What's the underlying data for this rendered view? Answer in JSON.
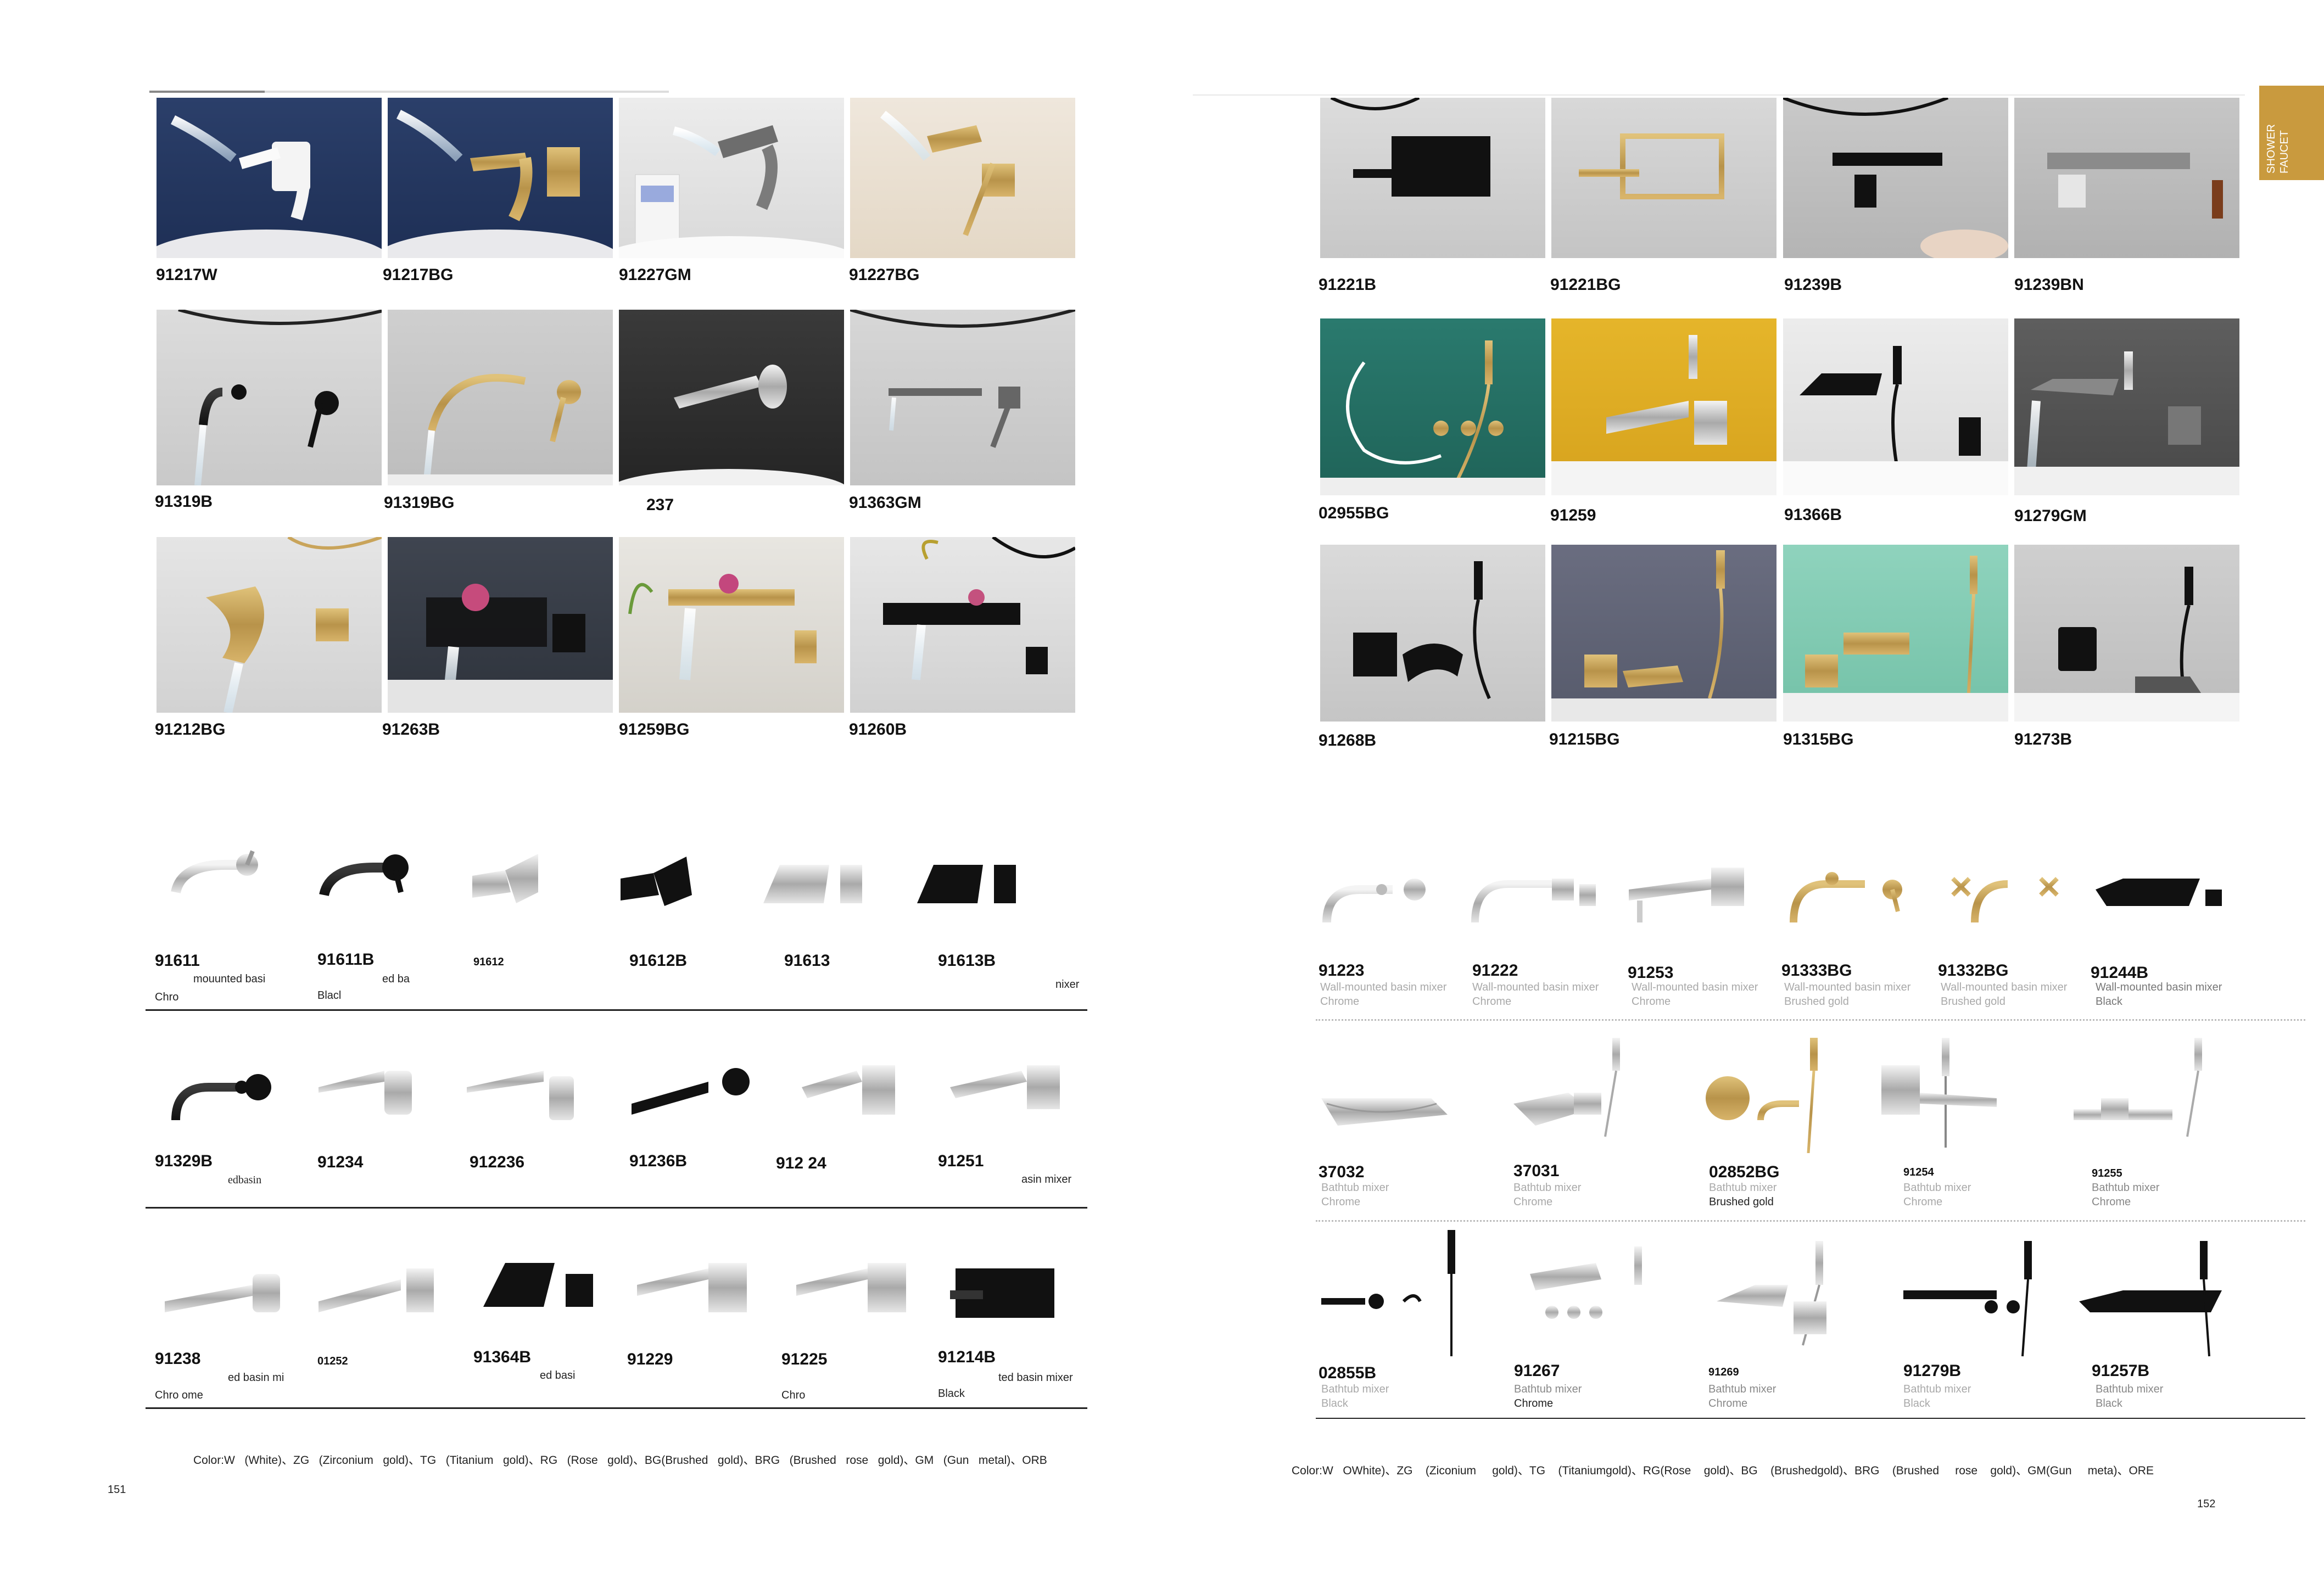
{
  "left_page": {
    "photos_codes": [
      [
        "91217W",
        "91217BG",
        "91227GM",
        "91227BG"
      ],
      [
        "91319B",
        "91319BG",
        "237",
        "91363GM"
      ],
      [
        "91212BG",
        "91263B",
        "91259BG",
        "91260B"
      ]
    ],
    "products_row1": {
      "codes": [
        "91611",
        "91611B",
        "91612",
        "91612B",
        "91613",
        "91613B"
      ],
      "notes": {
        "a": "mouunted basi",
        "b": "Chro",
        "c": "ed ba",
        "d": "Blacl",
        "e": "nixer"
      }
    },
    "products_row2": {
      "codes": [
        "91329B",
        "91234",
        "912236",
        "91236B",
        "912  24",
        "91251"
      ],
      "notes": {
        "a": "edbasin",
        "b": "asin  mixer"
      }
    },
    "products_row3": {
      "codes": [
        "91238",
        "01252",
        "91364B",
        "91229",
        "91225",
        "91214B"
      ],
      "notes": {
        "a": "ed  basin  mi",
        "b": "Chro ome",
        "c": "ed basi",
        "d": "Chro",
        "e": "Black",
        "f": "ted basin mixer"
      }
    },
    "color_line": "Color:W   (White)、ZG   (Zirconium   gold)、TG   (Titanium   gold)、RG   (Rose   gold)、BG(Brushed   gold)、BRG   (Brushed   rose   gold)、GM   (Gun   metal)、ORB",
    "page_number": "151"
  },
  "right_page": {
    "side_tab": {
      "line1": "SHOWER",
      "line2": "FAUCET"
    },
    "photos_codes": [
      [
        "91221B",
        "91221BG",
        "91239B",
        "91239BN"
      ],
      [
        "02955BG",
        "91259",
        "91366B",
        "91279GM"
      ],
      [
        "91268B",
        "91215BG",
        "91315BG",
        "91273B"
      ]
    ],
    "products_row1": {
      "codes": [
        "91223",
        "91222",
        "91253",
        "91333BG",
        "91332BG",
        "91244B"
      ],
      "desc": [
        "Wall-mounted basin mixer",
        "Wall-mounted basin mixer",
        "Wall-mounted basin mixer",
        "Wall-mounted basin mixer",
        "Wall-mounted basin mixer",
        "Wall-mounted basin mixer"
      ],
      "finish": [
        "Chrome",
        "Chrome",
        "Chrome",
        "Brushed gold",
        "Brushed gold",
        "Black"
      ]
    },
    "products_row2": {
      "codes": [
        "37032",
        "37031",
        "02852BG",
        "91254",
        "91255"
      ],
      "desc": [
        "Bathtub mixer",
        "Bathtub mixer",
        "Bathtub mixer",
        "Bathtub mixer",
        "Bathtub mixer"
      ],
      "finish": [
        "Chrome",
        "Chrome",
        "Brushed gold",
        "Chrome",
        "Chrome"
      ]
    },
    "products_row3": {
      "codes": [
        "02855B",
        "91267",
        "91269",
        "91279B",
        "91257B"
      ],
      "desc": [
        "Bathtub mixer",
        "Bathtub mixer",
        "Bathtub mixer",
        "Bathtub mixer",
        "Bathtub mixer"
      ],
      "finish": [
        "Black",
        "Chrome",
        "Chrome",
        "Black",
        "Black"
      ]
    },
    "color_line": "Color:W   OWhite)、ZG    (Ziconium     gold)、TG    (Titaniumgold)、RG(Rose    gold)、BG    (Brushedgold)、BRG    (Brushed     rose    gold)、GM(Gun     meta)、ORE",
    "page_number": "152"
  }
}
